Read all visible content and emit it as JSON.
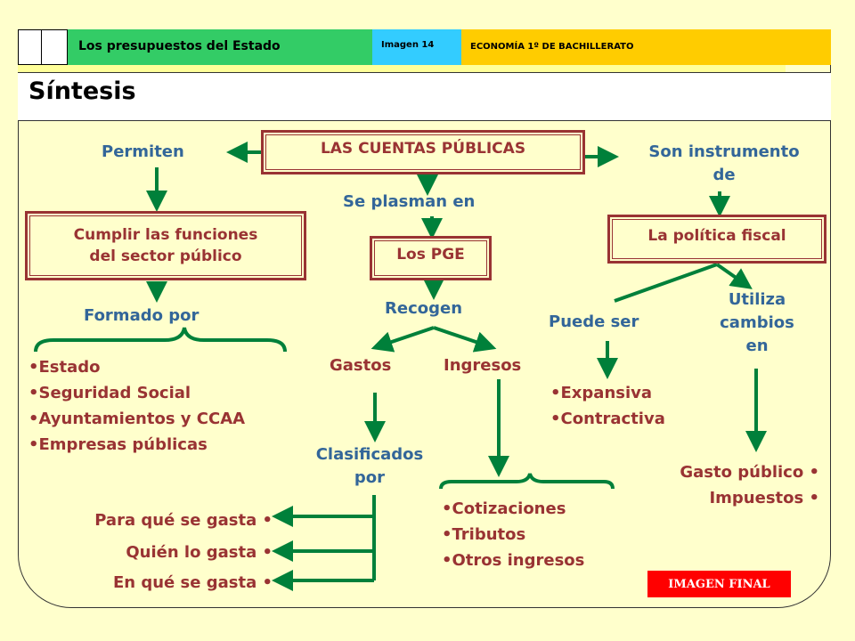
{
  "header": {
    "title": "Los presupuestos del Estado",
    "image_label": "Imagen 14",
    "subject": "ECONOMÍA 1º DE BACHILLERATO"
  },
  "slide_title": "Síntesis",
  "diagram": {
    "main_box": "LAS CUENTAS PÚBLICAS",
    "permiten": "Permiten",
    "son_instrumento": [
      "Son instrumento",
      "de"
    ],
    "se_plasman": "Se plasman en",
    "cumplir_box": [
      "Cumplir las funciones",
      "del sector público"
    ],
    "pge_box": "Los PGE",
    "politica_box": "La política fiscal",
    "formado_por": "Formado por",
    "recogen": "Recogen",
    "puede_ser": "Puede ser",
    "utiliza": [
      "Utiliza",
      "cambios",
      "en"
    ],
    "formado_list": [
      "•Estado",
      "•Seguridad Social",
      "•Ayuntamientos y CCAA",
      "•Empresas públicas"
    ],
    "gastos": "Gastos",
    "ingresos": "Ingresos",
    "politica_list": [
      "•Expansiva",
      "•Contractiva"
    ],
    "clasificados": [
      "Clasificados",
      "por"
    ],
    "gasto_list": [
      "Gasto público •",
      "Impuestos •"
    ],
    "ingresos_list": [
      "•Cotizaciones",
      "•Tributos",
      "•Otros ingresos"
    ],
    "clasif_list": [
      "Para qué se gasta •",
      "Quién lo gasta •",
      "En qué se gasta •"
    ]
  },
  "badge": "IMAGEN FINAL",
  "colors": {
    "arrow": "#00803a",
    "box_text": "#993333",
    "label_text": "#336699",
    "background": "#ffffcc"
  }
}
